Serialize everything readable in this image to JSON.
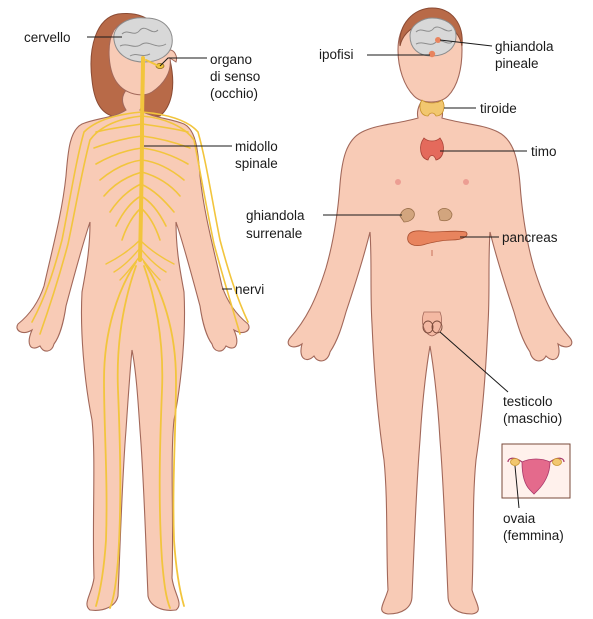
{
  "labels": {
    "cervello": "cervello",
    "organo_1": "organo",
    "organo_2": "di senso",
    "organo_3": "(occhio)",
    "midollo_1": "midollo",
    "midollo_2": "spinale",
    "nervi": "nervi",
    "ipofisi": "ipofisi",
    "pineale_1": "ghiandola",
    "pineale_2": "pineale",
    "tiroide": "tiroide",
    "timo": "timo",
    "surrenale_1": "ghiandola",
    "surrenale_2": "surrenale",
    "pancreas": "pancreas",
    "testicolo_1": "testicolo",
    "testicolo_2": "(maschio)",
    "ovaia_1": "ovaia",
    "ovaia_2": "(femmina)"
  },
  "colors": {
    "skin": "#f8cbb6",
    "skin_outline": "#a2685a",
    "nerve": "#f2c53d",
    "hair": "#b86a48",
    "brain": "#d8d8d8",
    "gland": "#f0a57d",
    "pancreas": "#e8845e",
    "thyroid": "#f2c76f",
    "thymus": "#e46a5c"
  }
}
